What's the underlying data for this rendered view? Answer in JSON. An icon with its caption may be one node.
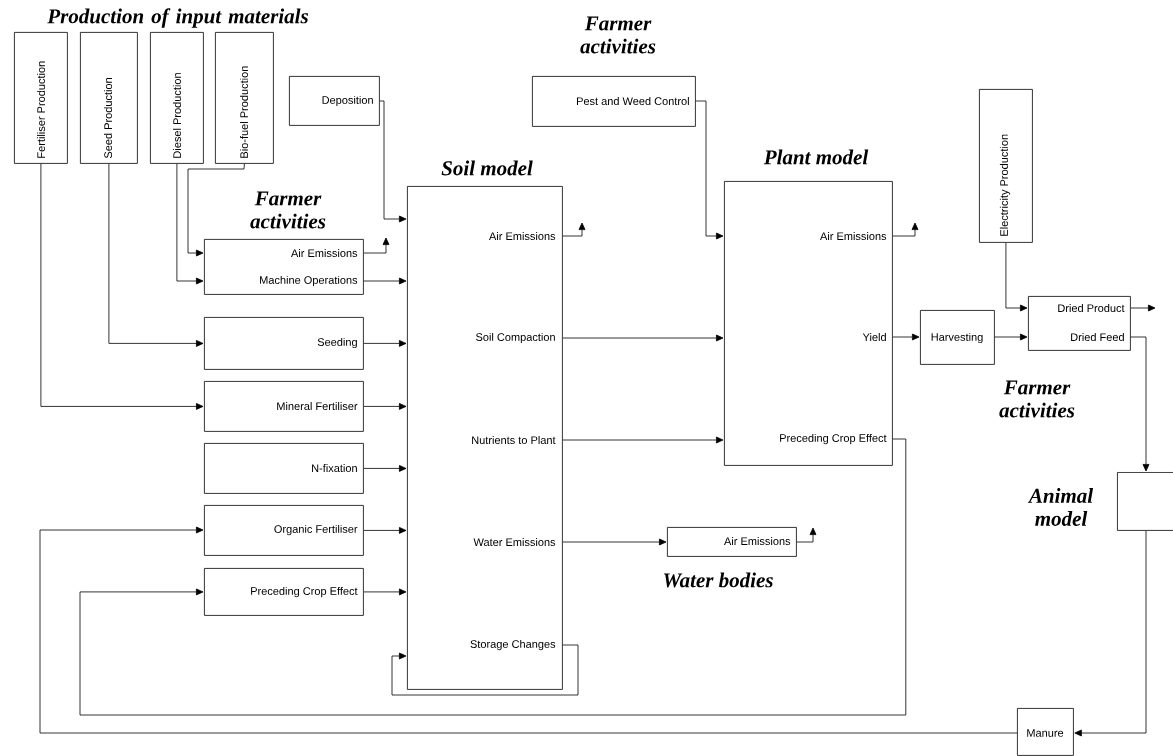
{
  "diagram": {
    "nodes": [
      {
        "text": [
          "Fertiliser Production"
        ]
      },
      {
        "text": [
          "Seed Production"
        ]
      },
      {
        "text": [
          "Diesel Production"
        ]
      },
      {
        "text": [
          "Bio-fuel Production"
        ]
      },
      {
        "text": [
          "Deposition"
        ]
      },
      {
        "text": [
          "Air Emissions",
          "Machine Operations"
        ]
      },
      {
        "text": [
          "Seeding"
        ]
      },
      {
        "text": [
          "Mineral Fertiliser"
        ]
      },
      {
        "text": [
          "N-fixation"
        ]
      },
      {
        "text": [
          "Organic Fertiliser"
        ]
      },
      {
        "text": [
          "Preceding Crop Effect"
        ]
      },
      {
        "text": [
          "Soil model",
          "Air Emissions",
          "Soil Compaction",
          "Nutrients to Plant",
          "Water Emissions",
          "Storage Changes"
        ]
      },
      {
        "text": [
          "Pest and Weed Control"
        ]
      },
      {
        "text": [
          "Plant model",
          "Air Emissions",
          "Yield",
          "Preceding Crop Effect"
        ]
      },
      {
        "text": [
          "Air Emissions",
          "Water bodies"
        ]
      },
      {
        "text": [
          "Electricity Production"
        ]
      },
      {
        "text": [
          "Harvesting"
        ]
      },
      {
        "text": [
          "Dried Product",
          "Dried Feed"
        ]
      },
      {
        "text": [
          "Animal model"
        ]
      },
      {
        "text": [
          "Manure"
        ]
      }
    ],
    "edges": [
      {
        "from": 0,
        "to": 7,
        "arrow": "to"
      },
      {
        "from": 1,
        "to": 6,
        "arrow": "to"
      },
      {
        "from": 2,
        "to": 5,
        "arrow": "to"
      },
      {
        "from": 3,
        "to": 5,
        "arrow": "to"
      },
      {
        "from": 4,
        "to": 11,
        "arrow": "to"
      },
      {
        "from": 5,
        "to": 11,
        "arrow": "to"
      },
      {
        "from": 5,
        "to": null,
        "arrow": "to"
      },
      {
        "from": 6,
        "to": 11,
        "arrow": "to"
      },
      {
        "from": 7,
        "to": 11,
        "arrow": "to"
      },
      {
        "from": 8,
        "to": 11,
        "arrow": "to"
      },
      {
        "from": 9,
        "to": 11,
        "arrow": "to"
      },
      {
        "from": 10,
        "to": 11,
        "arrow": "to"
      },
      {
        "from": 11,
        "to": 11,
        "arrow": "to"
      },
      {
        "from": 11,
        "to": null,
        "arrow": "to"
      },
      {
        "from": 11,
        "to": 13,
        "arrow": "to"
      },
      {
        "from": 11,
        "to": 13,
        "arrow": "to"
      },
      {
        "from": 11,
        "to": 14,
        "arrow": "to"
      },
      {
        "from": 14,
        "to": null,
        "arrow": "to"
      },
      {
        "from": 12,
        "to": 13,
        "arrow": "to"
      },
      {
        "from": 13,
        "to": null,
        "arrow": "to"
      },
      {
        "from": 13,
        "to": 16,
        "arrow": "to"
      },
      {
        "from": 13,
        "to": 10,
        "arrow": "to"
      },
      {
        "from": 15,
        "to": 17,
        "arrow": "to"
      },
      {
        "from": 16,
        "to": 17,
        "arrow": "to"
      },
      {
        "from": 17,
        "to": null,
        "arrow": "to"
      },
      {
        "from": 17,
        "to": 18,
        "arrow": "to"
      },
      {
        "from": 18,
        "to": 19,
        "arrow": "to"
      },
      {
        "from": 19,
        "to": 9,
        "arrow": "to"
      }
    ],
    "labels": [
      "Production of input materials",
      "Farmer activities",
      "Farmer activities",
      "Farmer activities"
    ]
  }
}
